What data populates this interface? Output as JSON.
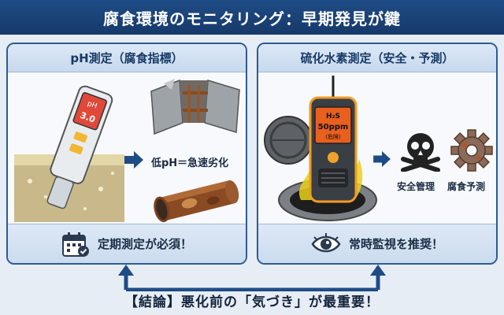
{
  "title": "腐食環境のモニタリング：早期発見が鍵",
  "left_panel": {
    "header": "pH測定（腐食指標）",
    "meter_label": "pH",
    "meter_reading": "3.0",
    "arrow_text": "低pH＝急速劣化",
    "footer": "定期測定が必須！",
    "icons": [
      "ph-meter-icon",
      "corroded-concrete-icon",
      "rusted-pipe-icon",
      "calendar-check-icon"
    ]
  },
  "right_panel": {
    "header": "硫化水素測定（安全・予測）",
    "detector_gas": "H₂S",
    "detector_value": "50ppm",
    "detector_note": "(危険)",
    "label_safety": "安全管理",
    "label_corrosion": "腐食予測",
    "footer": "常時監視を推奨！",
    "icons": [
      "gas-detector-icon",
      "manhole-icon",
      "skull-crossbones-icon",
      "rusty-gear-icon",
      "eye-icon"
    ]
  },
  "conclusion": "【結論】悪化前の「気づき」が最重要！",
  "colors": {
    "title_bg": "#1f4c86",
    "panel_border": "#2d5b95",
    "arrow": "#1f4c86",
    "gas": "#e8d21a"
  }
}
